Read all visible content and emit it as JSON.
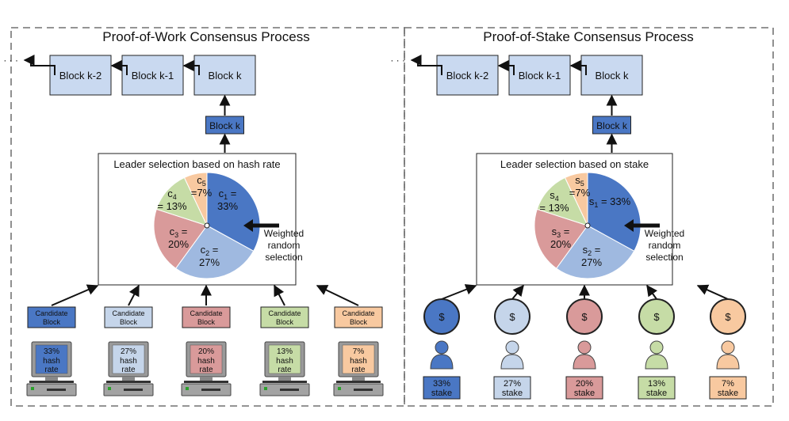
{
  "pow": {
    "title": "Proof-of-Work Consensus Process",
    "ellipsis": "· · ·",
    "chain": [
      "Block k-2",
      "Block k-1",
      "Block k"
    ],
    "selected_block": "Block k",
    "leader_title": "Leader selection based on hash rate",
    "arrow_label": [
      "Weighted",
      "random",
      "selection"
    ],
    "slices": [
      {
        "sym": "c",
        "sub": "1",
        "line1_rest": " =",
        "line2": "33%",
        "value": 33,
        "color": "#4a77c4"
      },
      {
        "sym": "c",
        "sub": "2",
        "line1_rest": " =",
        "line2": "27%",
        "value": 27,
        "color": "#9fb9e0"
      },
      {
        "sym": "c",
        "sub": "3",
        "line1_rest": " =",
        "line2": "20%",
        "value": 20,
        "color": "#d99a9a"
      },
      {
        "sym": "c",
        "sub": "4",
        "line1_rest": "",
        "line2": "= 13%",
        "value": 13,
        "color": "#c6dca6"
      },
      {
        "sym": "c",
        "sub": "5",
        "line1_rest": "",
        "line2": "=7%",
        "value": 7,
        "color": "#f8c9a0"
      }
    ],
    "candidate_label": [
      "Candidate",
      "Block"
    ],
    "miners": [
      {
        "pct": "33%",
        "unit1": "hash",
        "unit2": "rate",
        "color": "#4a77c4"
      },
      {
        "pct": "27%",
        "unit1": "hash",
        "unit2": "rate",
        "color": "#c5d5ea"
      },
      {
        "pct": "20%",
        "unit1": "hash",
        "unit2": "rate",
        "color": "#d99a9a"
      },
      {
        "pct": "13%",
        "unit1": "hash",
        "unit2": "rate",
        "color": "#c6dca6"
      },
      {
        "pct": "7%",
        "unit1": "hash",
        "unit2": "rate",
        "color": "#f8c9a0"
      }
    ]
  },
  "pos": {
    "title": "Proof-of-Stake Consensus Process",
    "ellipsis": "· · ·",
    "chain": [
      "Block k-2",
      "Block k-1",
      "Block k"
    ],
    "selected_block": "Block k",
    "leader_title": "Leader selection based on stake",
    "arrow_label": [
      "Weighted",
      "random",
      "selection"
    ],
    "slices": [
      {
        "sym": "s",
        "sub": "1",
        "line1_rest": " = 33%",
        "line2": "",
        "value": 33,
        "color": "#4a77c4"
      },
      {
        "sym": "s",
        "sub": "2",
        "line1_rest": " =",
        "line2": "27%",
        "value": 27,
        "color": "#9fb9e0"
      },
      {
        "sym": "s",
        "sub": "3",
        "line1_rest": " =",
        "line2": "20%",
        "value": 20,
        "color": "#d99a9a"
      },
      {
        "sym": "s",
        "sub": "4",
        "line1_rest": "",
        "line2": "= 13%",
        "value": 13,
        "color": "#c6dca6"
      },
      {
        "sym": "s",
        "sub": "5",
        "line1_rest": "",
        "line2": "=7%",
        "value": 7,
        "color": "#f8c9a0"
      }
    ],
    "coin_symbol": "$",
    "stakers": [
      {
        "pct": "33%",
        "unit": "stake",
        "color": "#4a77c4"
      },
      {
        "pct": "27%",
        "unit": "stake",
        "color": "#c5d5ea"
      },
      {
        "pct": "20%",
        "unit": "stake",
        "color": "#d99a9a"
      },
      {
        "pct": "13%",
        "unit": "stake",
        "color": "#c6dca6"
      },
      {
        "pct": "7%",
        "unit": "stake",
        "color": "#f8c9a0"
      }
    ]
  },
  "colors": {
    "block_fill": "#c9d9f0",
    "block_selected": "#4a77c4",
    "frame": "#555555"
  }
}
